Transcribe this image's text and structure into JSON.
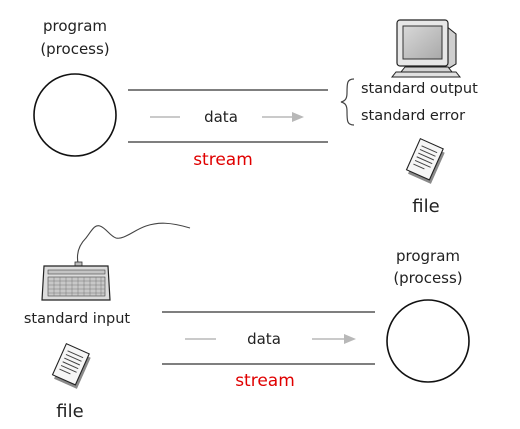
{
  "top": {
    "program_line1": "program",
    "program_line2": "(process)",
    "data_label": "data",
    "stream_label": "stream",
    "outputs": [
      "standard output",
      "standard error"
    ],
    "file_label": "file"
  },
  "bottom": {
    "program_line1": "program",
    "program_line2": "(process)",
    "input_label": "standard input",
    "data_label": "data",
    "stream_label": "stream",
    "file_label": "file"
  },
  "colors": {
    "stream": "#e00000",
    "arrow": "#b8b8b8",
    "line": "#555555"
  },
  "icons": [
    "monitor-icon",
    "document-icon",
    "keyboard-icon"
  ]
}
